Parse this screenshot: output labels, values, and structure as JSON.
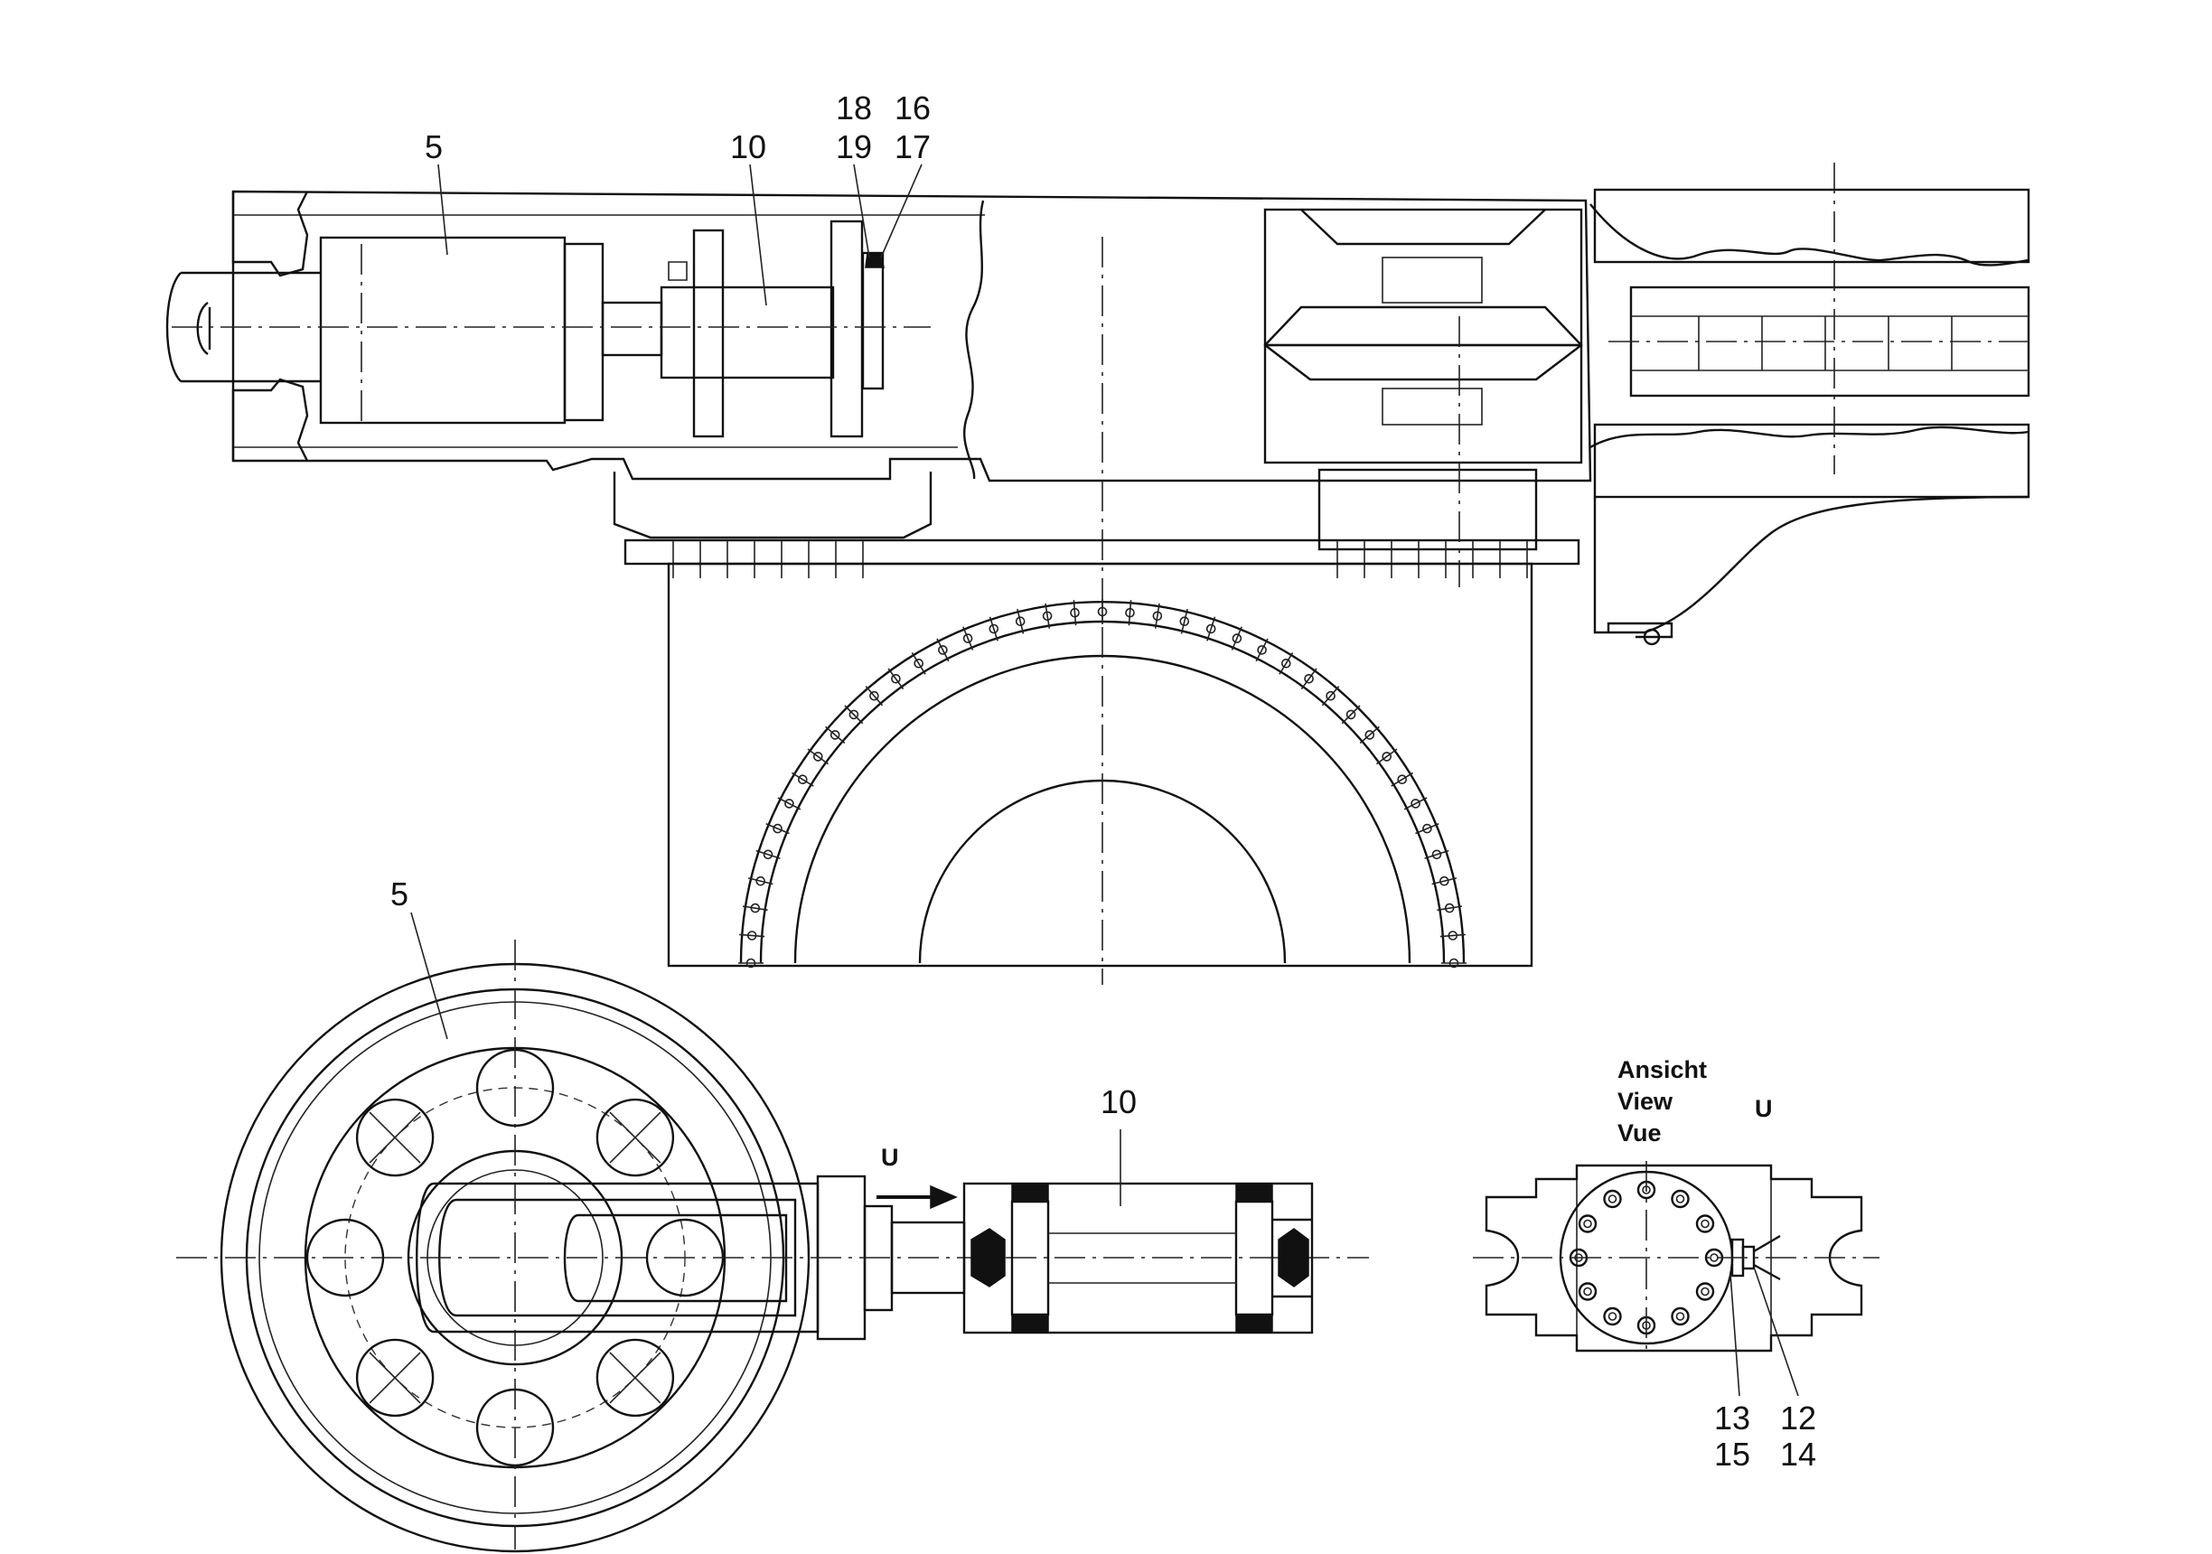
{
  "callouts": {
    "top_5": "5",
    "top_10": "10",
    "top_18": "18",
    "top_16": "16",
    "top_19": "19",
    "top_17": "17",
    "bottom_5": "5",
    "bottom_10": "10",
    "arrow_u": "U",
    "c12": "12",
    "c13": "13",
    "c14": "14",
    "c15": "15"
  },
  "view_note": {
    "line1": "Ansicht",
    "line2": "View",
    "line3": "Vue",
    "letter": "U"
  }
}
